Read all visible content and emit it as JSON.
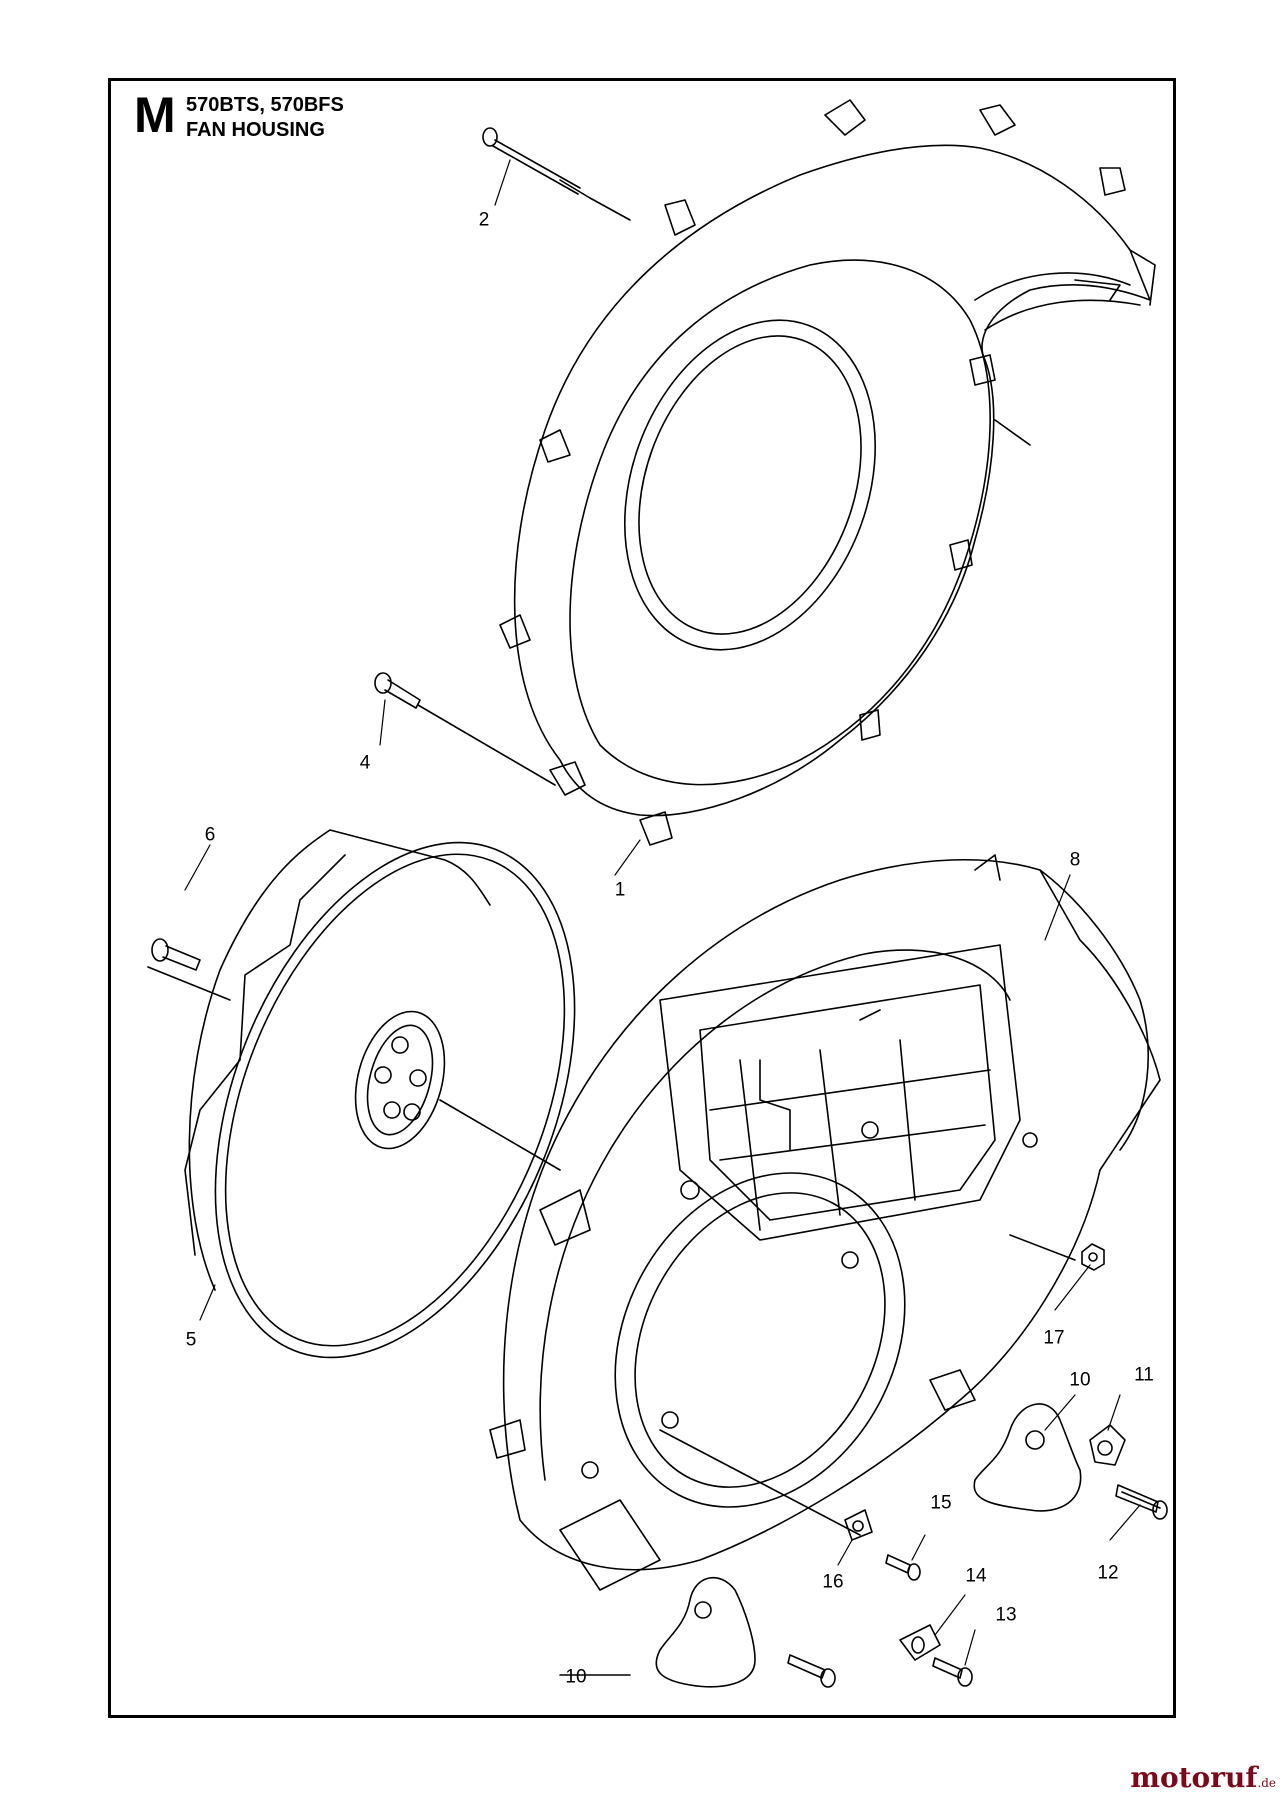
{
  "header": {
    "section_letter": "M",
    "models": "570BTS, 570BFS",
    "title": "FAN HOUSING"
  },
  "callouts": {
    "c1": "1",
    "c2": "2",
    "c4": "4",
    "c5": "5",
    "c6": "6",
    "c8": "8",
    "c10a": "10",
    "c10b": "10",
    "c11": "11",
    "c12": "12",
    "c13": "13",
    "c14": "14",
    "c15": "15",
    "c16": "16",
    "c17": "17"
  },
  "watermark": {
    "brand": "motoruf",
    "suffix": ".de"
  }
}
